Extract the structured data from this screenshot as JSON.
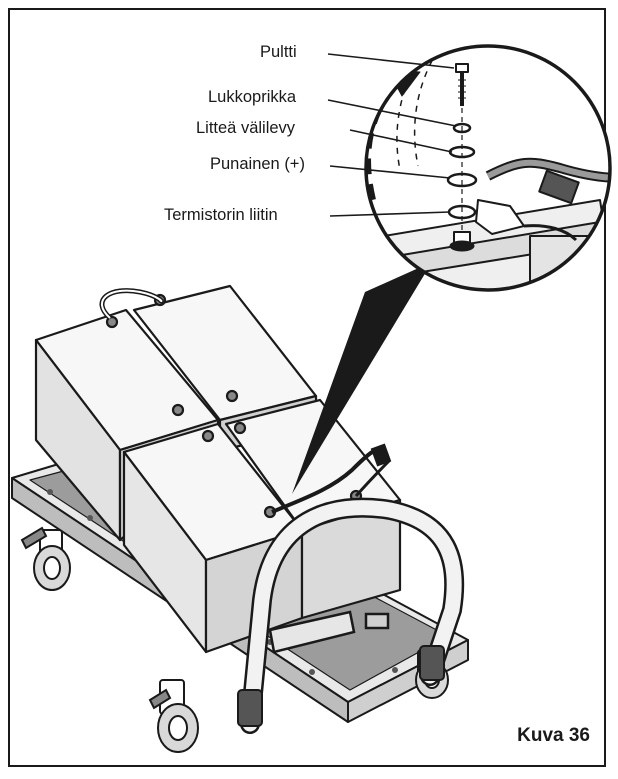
{
  "figure": {
    "caption": "Kuva 36",
    "callouts": [
      {
        "id": "pultti",
        "label": "Pultti"
      },
      {
        "id": "lukkoprikka",
        "label": "Lukkoprikka"
      },
      {
        "id": "littea-valilevy",
        "label": "Litteä välilevy"
      },
      {
        "id": "punainen",
        "label": "Punainen (+)"
      },
      {
        "id": "termistorin-liitin",
        "label": "Termistorin liitin"
      }
    ]
  }
}
